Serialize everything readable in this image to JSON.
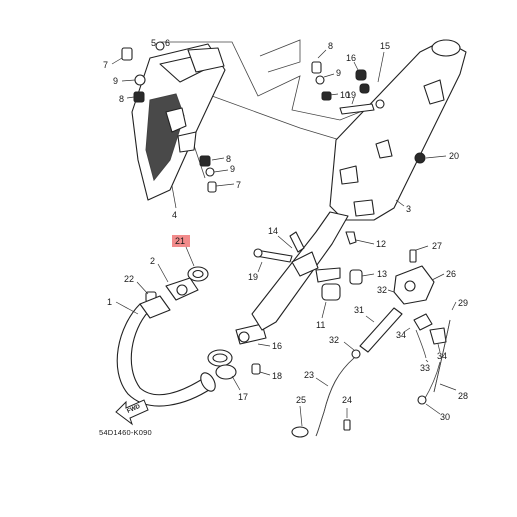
{
  "diagram": {
    "code": "54D1460-K090",
    "fwd_label": "FWD",
    "highlight_color": "#f28b8b",
    "highlighted_part": "21",
    "callouts": {
      "c1": "1",
      "c2": "2",
      "c3": "3",
      "c4": "4",
      "c5": "5",
      "c6": "6",
      "c7": "7",
      "c8a": "8",
      "c8b": "8",
      "c8c": "8",
      "c9a": "9",
      "c9b": "9",
      "c9c": "9",
      "c10": "10",
      "c11": "11",
      "c12": "12",
      "c13": "13",
      "c14": "14",
      "c15": "15",
      "c16": "16",
      "c17": "17",
      "c18": "18",
      "c19a": "19",
      "c19b": "19",
      "c20": "20",
      "c21": "21",
      "c22": "22",
      "c23": "23",
      "c24": "24",
      "c25": "25",
      "c26": "26",
      "c27": "27",
      "c28": "28",
      "c29": "29",
      "c30": "30",
      "c31": "31",
      "c32a": "32",
      "c32b": "32",
      "c33": "33",
      "c34a": "34",
      "c34b": "34"
    }
  }
}
